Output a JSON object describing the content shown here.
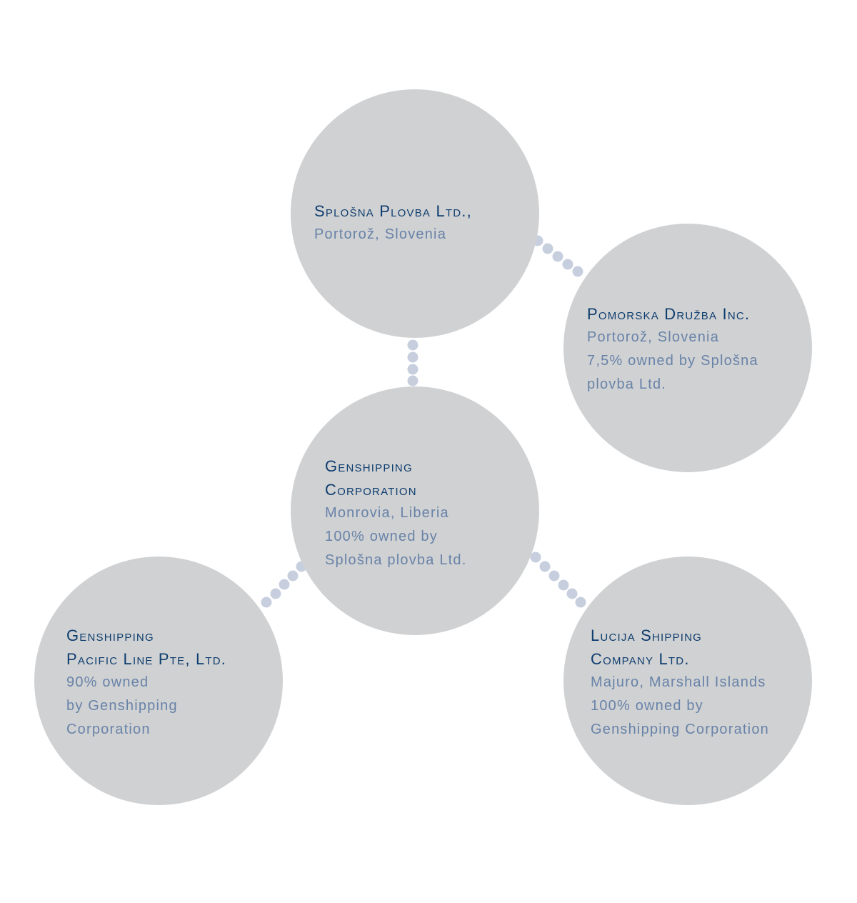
{
  "nodes": {
    "splosna_plovba": {
      "name_lines": [
        "Splošna Plovba Ltd.,"
      ],
      "detail_lines": [
        "Portorož, Slovenia"
      ]
    },
    "pomorska_druzba": {
      "name_lines": [
        "Pomorska Družba Inc."
      ],
      "detail_lines": [
        "Portorož, Slovenia",
        "7,5% owned by Splošna",
        "plovba Ltd."
      ]
    },
    "genshipping_corporation": {
      "name_lines": [
        "Genshipping",
        "Corporation"
      ],
      "detail_lines": [
        "Monrovia, Liberia",
        "100% owned by",
        "Splošna plovba Ltd."
      ]
    },
    "genshipping_pacific": {
      "name_lines": [
        "Genshipping",
        "Pacific Line Pte, Ltd."
      ],
      "detail_lines": [
        "90% owned",
        "by Genshipping",
        "Corporation"
      ]
    },
    "lucija_shipping": {
      "name_lines": [
        "Lucija Shipping",
        "Company Ltd."
      ],
      "detail_lines": [
        "Majuro, Marshall Islands",
        "100% owned by",
        "Genshipping Corporation"
      ]
    }
  },
  "connections": [
    {
      "from": "splosna_plovba",
      "to": "pomorska_druzba"
    },
    {
      "from": "splosna_plovba",
      "to": "genshipping_corporation"
    },
    {
      "from": "genshipping_corporation",
      "to": "genshipping_pacific"
    },
    {
      "from": "genshipping_corporation",
      "to": "lucija_shipping"
    }
  ],
  "colors": {
    "circle_fill": "#d0d1d3",
    "name_text": "#0d3d6e",
    "detail_text": "#6883a8",
    "connector_dots": "#c7cfdf"
  }
}
